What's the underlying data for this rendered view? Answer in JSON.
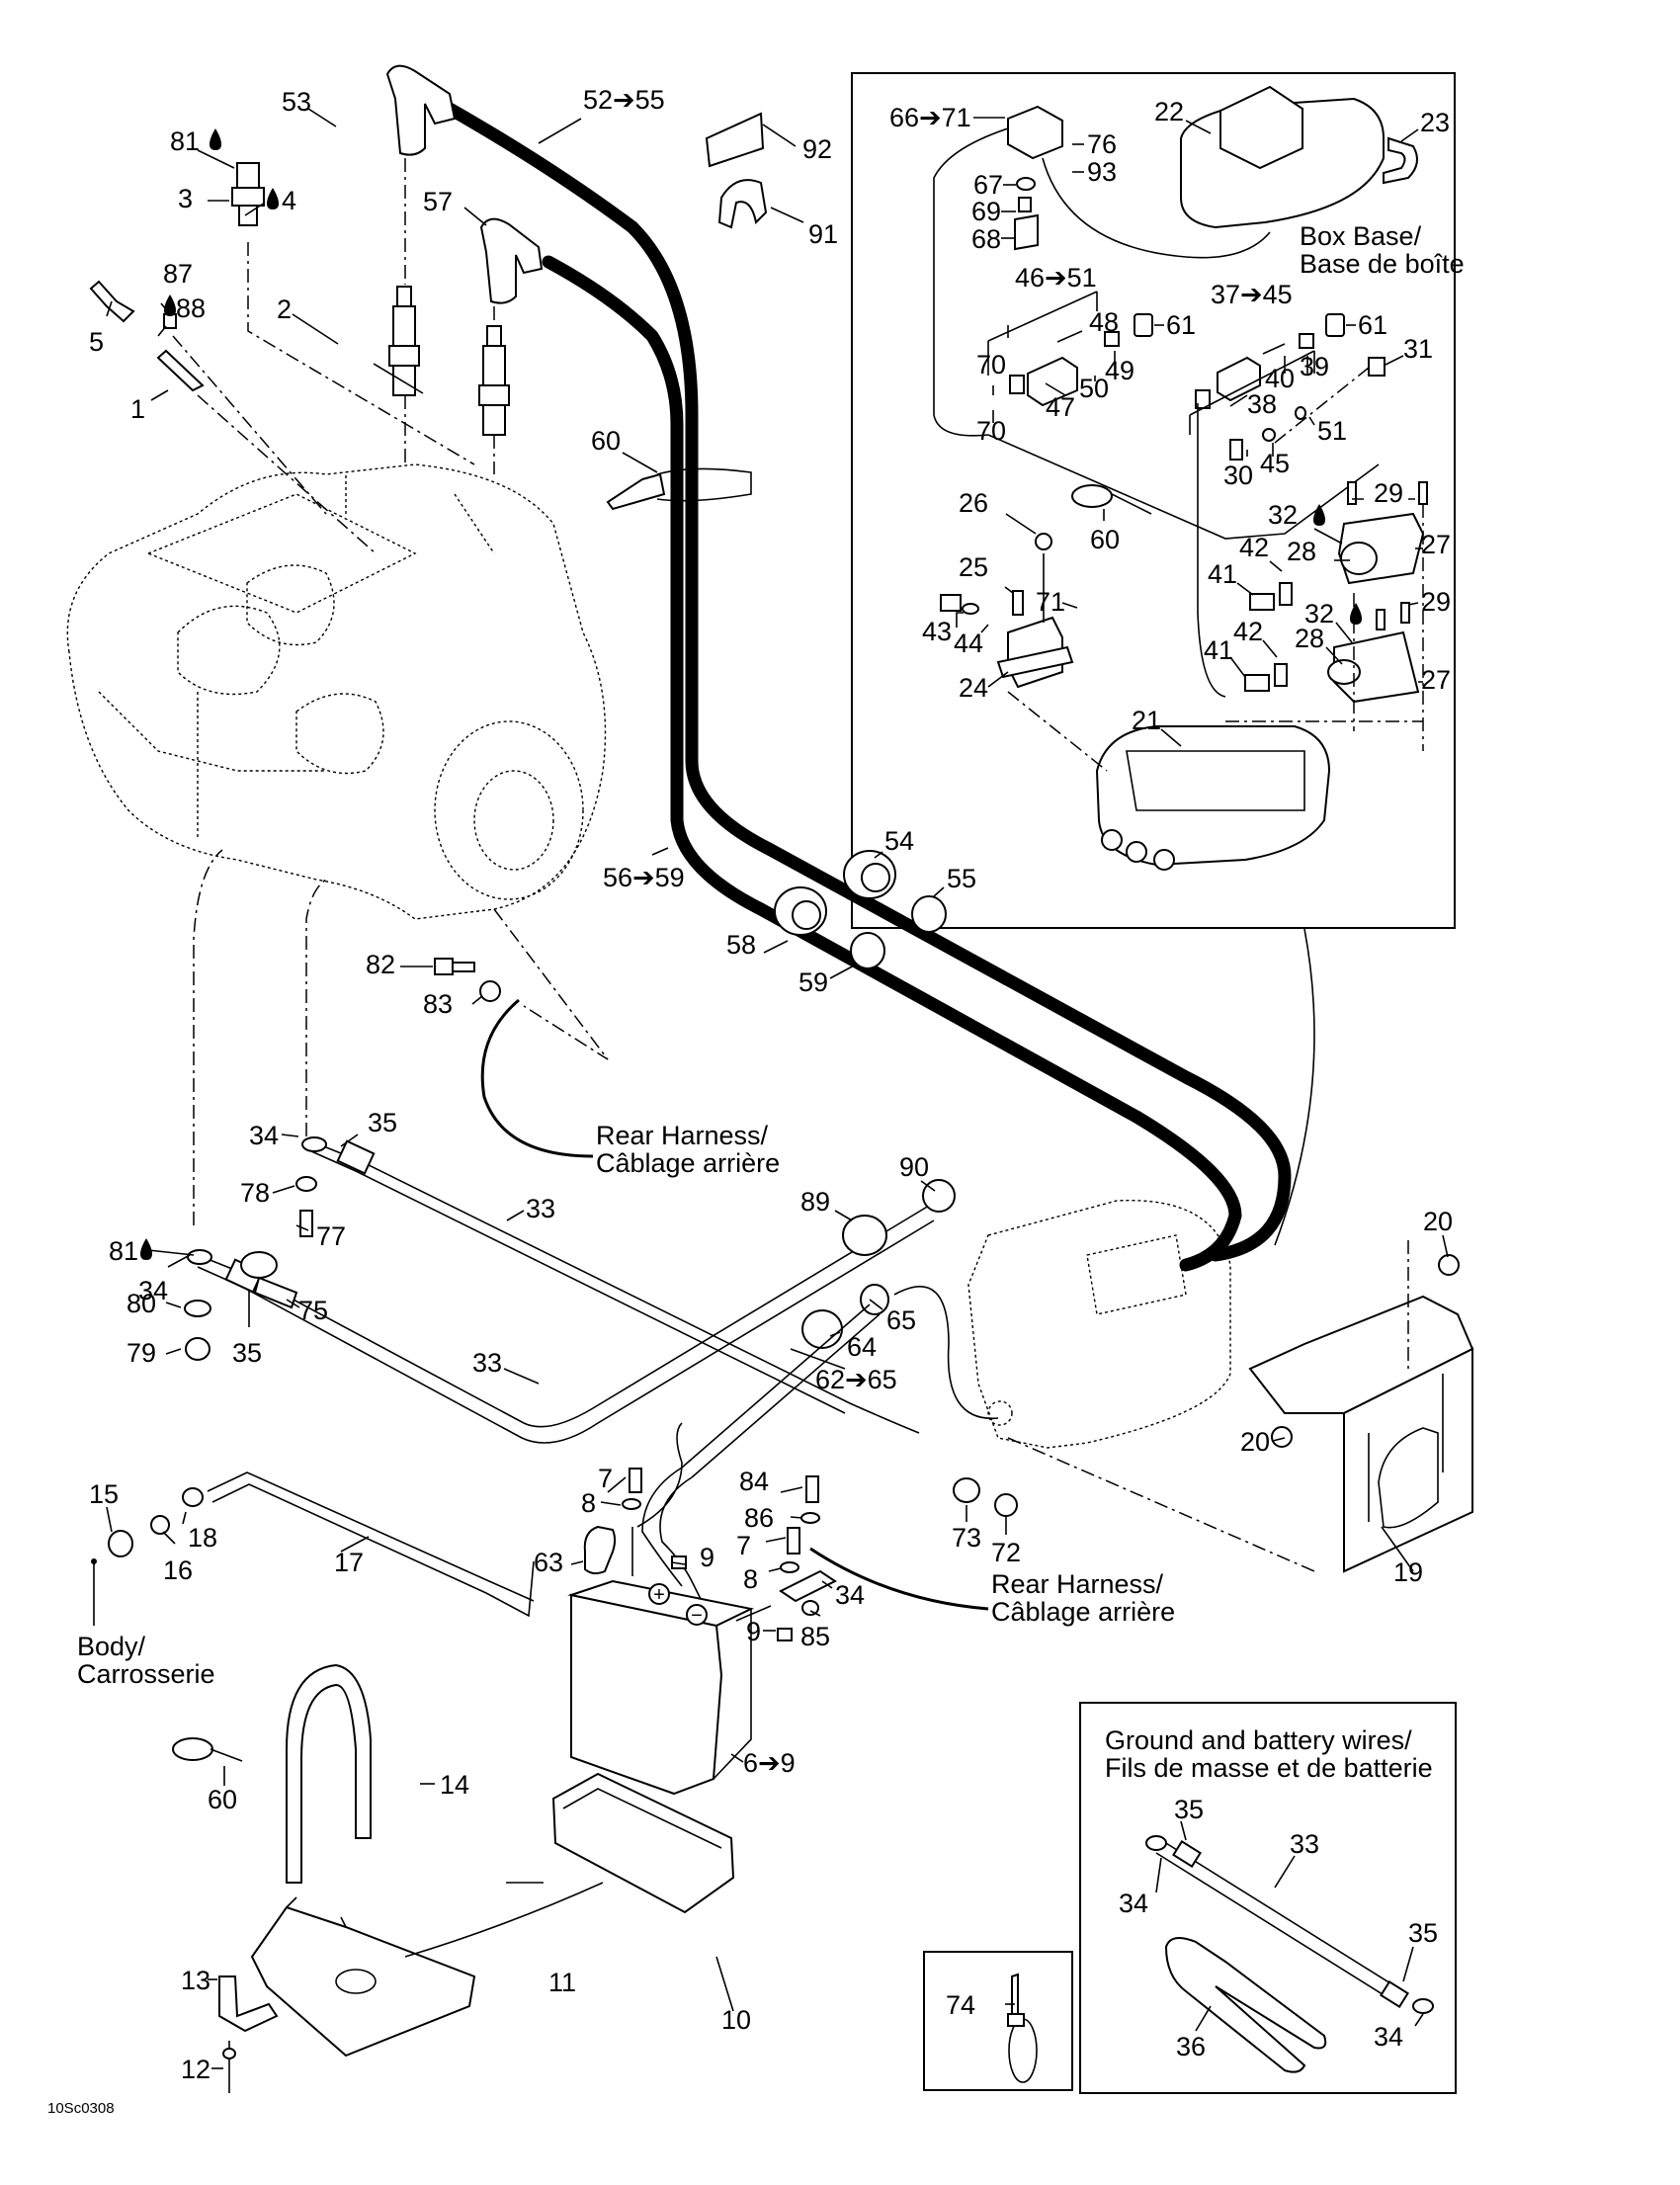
{
  "diagram": {
    "drawing_code": "10Sc0308",
    "notes": {
      "box_base_line1": "Box Base/",
      "box_base_line2": "Base de boîte",
      "rear_harness_1_line1": "Rear Harness/",
      "rear_harness_1_line2": "Câblage arrière",
      "rear_harness_2_line1": "Rear Harness/",
      "rear_harness_2_line2": "Câblage arrière",
      "body_line1": "Body/",
      "body_line2": "Carrosserie"
    },
    "insets": {
      "ground_battery": {
        "title_line1": "Ground and battery wires/",
        "title_line2": "Fils de masse et de batterie",
        "callouts": [
          "35",
          "33",
          "34",
          "35",
          "36",
          "34"
        ]
      },
      "tie_wrap": {
        "callouts": [
          "74"
        ]
      }
    },
    "callouts": {
      "c81a": "81",
      "c3": "3",
      "c4": "4",
      "c87": "87",
      "c88": "88",
      "c5": "5",
      "c1": "1",
      "c53": "53",
      "c52_55": "52➔55",
      "c57": "57",
      "c2": "2",
      "c92": "92",
      "c91": "91",
      "c60a": "60",
      "c66_71": "66➔71",
      "c67": "67",
      "c69": "69",
      "c68": "68",
      "c76": "76",
      "c93": "93",
      "c22": "22",
      "c23": "23",
      "c46_51": "46➔51",
      "c48": "48",
      "c61a": "61",
      "c49": "49",
      "c50": "50",
      "c70a": "70",
      "c70b": "70",
      "c47": "47",
      "c37_45": "37➔45",
      "c40": "40",
      "c39": "39",
      "c61b": "61",
      "c31": "31",
      "c38": "38",
      "c51": "51",
      "c30": "30",
      "c45": "45",
      "c26": "26",
      "c60b": "60",
      "c25": "25",
      "c71": "71",
      "c43": "43",
      "c44": "44",
      "c24": "24",
      "c29a": "29",
      "c32a": "32",
      "c28a": "28",
      "c27a": "27",
      "c42a": "42",
      "c41a": "41",
      "c29b": "29",
      "c32b": "32",
      "c42b": "42",
      "c28b": "28",
      "c41b": "41",
      "c27b": "27",
      "c21": "21",
      "c54": "54",
      "c55": "55",
      "c56_59": "56➔59",
      "c58": "58",
      "c59": "59",
      "c82": "82",
      "c83": "83",
      "c34a": "34",
      "c35a": "35",
      "c78": "78",
      "c77": "77",
      "c33a": "33",
      "c90": "90",
      "c89": "89",
      "c20a": "20",
      "c81b": "81",
      "c34b": "34",
      "c75": "75",
      "c80": "80",
      "c35b": "35",
      "c79": "79",
      "c33b": "33",
      "c65": "65",
      "c64": "64",
      "c62_65": "62➔65",
      "c20b": "20",
      "c19": "19",
      "c73": "73",
      "c72": "72",
      "c7a": "7",
      "c8a": "8",
      "c63": "63",
      "c9a": "9",
      "c84": "84",
      "c86": "86",
      "c7b": "7",
      "c8b": "8",
      "c34c": "34",
      "c9b": "9",
      "c85": "85",
      "c15": "15",
      "c18": "18",
      "c16": "16",
      "c17": "17",
      "c6_9": "6➔9",
      "c60c": "60",
      "c14": "14",
      "c10": "10",
      "c11": "11",
      "c13": "13",
      "c12": "12"
    },
    "symbols": {
      "arrow": "➔",
      "apply_drop": "loctite-drop",
      "battery_positive": "+",
      "battery_negative": "−"
    }
  }
}
